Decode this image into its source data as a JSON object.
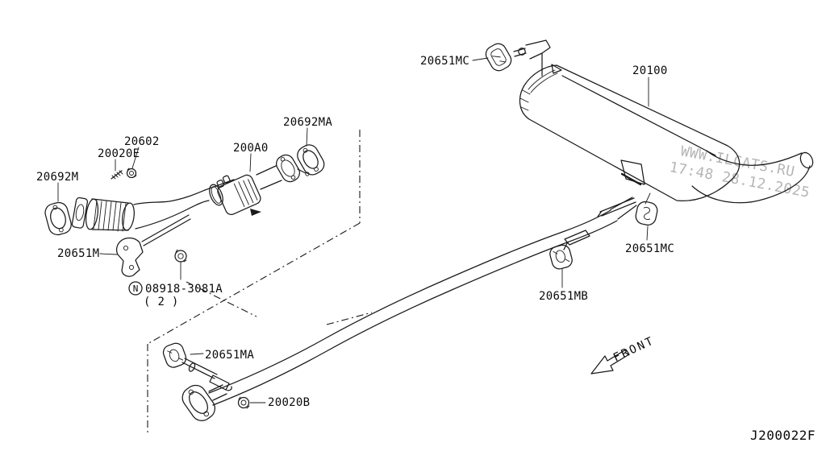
{
  "diagram": {
    "code": "J200022F",
    "front_arrow": "FRONT",
    "watermark": {
      "site": "WWW.ILCATS.RU",
      "timestamp": "17:48 28.12.2025"
    },
    "parts": {
      "muffler": "20100",
      "mount_top_rear": "20651MC",
      "mount_rear": "20651MC",
      "mount_center": "20651MB",
      "mount_front": "20651MA",
      "gasket_front_flange": "20692M",
      "gasket_center_flange": "20692MA",
      "front_tube_assembly": "200A0",
      "nut_front_flange": "20602",
      "stud_front_flange": "20020E",
      "mounting_bracket": "20651M",
      "bracket_nut_symbol": "N",
      "bracket_nut": "08918-3081A",
      "bracket_nut_qty": "( 2 )",
      "nut_center_flange": "20020B"
    }
  }
}
